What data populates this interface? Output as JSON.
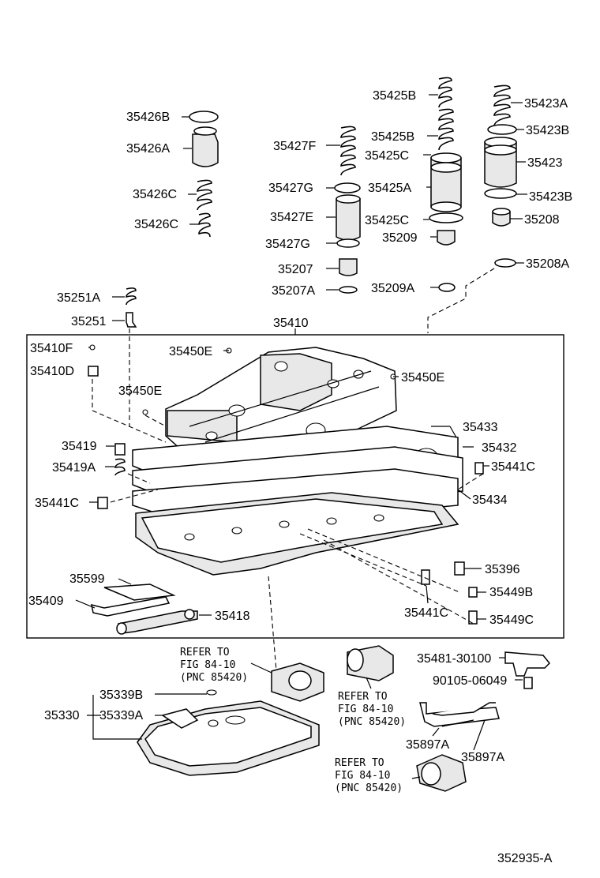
{
  "labels": {
    "p35426B": "35426B",
    "p35426A": "35426A",
    "p35426C_1": "35426C",
    "p35426C_2": "35426C",
    "p35427F": "35427F",
    "p35427G_1": "35427G",
    "p35427E": "35427E",
    "p35427G_2": "35427G",
    "p35207": "35207",
    "p35207A": "35207A",
    "p35425B_1": "35425B",
    "p35425B_2": "35425B",
    "p35425C_1": "35425C",
    "p35425A": "35425A",
    "p35425C_2": "35425C",
    "p35209": "35209",
    "p35209A": "35209A",
    "p35423A": "35423A",
    "p35423B_1": "35423B",
    "p35423": "35423",
    "p35423B_2": "35423B",
    "p35208": "35208",
    "p35208A": "35208A",
    "p35251A": "35251A",
    "p35251": "35251",
    "p35410": "35410",
    "p35410F": "35410F",
    "p35410D": "35410D",
    "p35450E_1": "35450E",
    "p35450E_2": "35450E",
    "p35450E_3": "35450E",
    "p35419": "35419",
    "p35419A": "35419A",
    "p35441C_1": "35441C",
    "p35433": "35433",
    "p35432": "35432",
    "p35441C_2": "35441C",
    "p35434": "35434",
    "p35599": "35599",
    "p35409": "35409",
    "p35418": "35418",
    "p35396": "35396",
    "p35449B": "35449B",
    "p35441C_3": "35441C",
    "p35449C": "35449C",
    "p35481": "35481-30100",
    "p90105": "90105-06049",
    "p35339B": "35339B",
    "p35330": "35330",
    "p35339A": "35339A",
    "p35897A_1": "35897A",
    "p35897A_2": "35897A"
  },
  "notes": [
    {
      "line1": "REFER TO",
      "line2": "FIG 84-10",
      "line3": "(PNC 85420)"
    },
    {
      "line1": "REFER TO",
      "line2": "FIG 84-10",
      "line3": "(PNC 85420)"
    },
    {
      "line1": "REFER TO",
      "line2": "FIG 84-10",
      "line3": "(PNC 85420)"
    }
  ],
  "diagram_id": "352935-A"
}
